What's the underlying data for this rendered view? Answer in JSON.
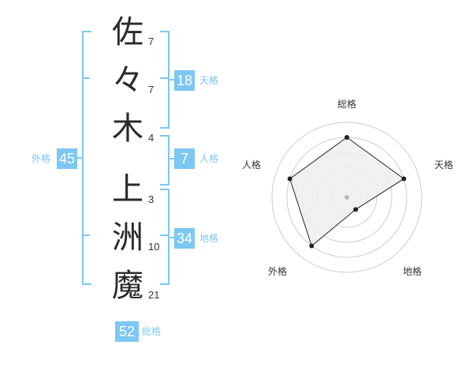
{
  "name": {
    "chars": [
      {
        "char": "佐",
        "strokes": "7"
      },
      {
        "char": "々",
        "strokes": "7"
      },
      {
        "char": "木",
        "strokes": "4"
      },
      {
        "char": "上",
        "strokes": "3"
      },
      {
        "char": "洲",
        "strokes": "10"
      },
      {
        "char": "魔",
        "strokes": "21"
      }
    ]
  },
  "kakusu": {
    "tenkaku": {
      "label": "天格",
      "value": "18"
    },
    "jinkaku": {
      "label": "人格",
      "value": "7"
    },
    "chikaku": {
      "label": "地格",
      "value": "34"
    },
    "gaikaku": {
      "label": "外格",
      "value": "45"
    },
    "soukaku": {
      "label": "総格",
      "value": "52"
    }
  },
  "radar": {
    "axes": [
      "総格",
      "天格",
      "地格",
      "外格",
      "人格"
    ],
    "levels": [
      4,
      4,
      1,
      4,
      4
    ],
    "max_level": 5,
    "colors": {
      "ring": "#cccccc",
      "fill": "#eeeeee",
      "line": "#222222",
      "center": "#bbbbbb"
    }
  },
  "colors": {
    "accent": "#7cc7f3"
  }
}
